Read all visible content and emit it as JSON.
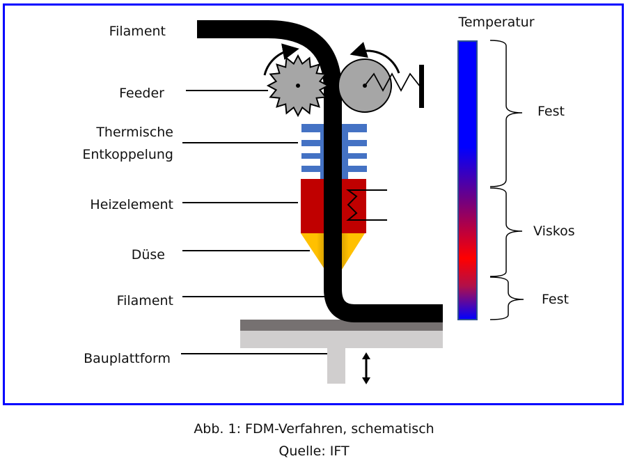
{
  "diagram": {
    "title": "FDM-Verfahren",
    "labels": {
      "filament_top": "Filament",
      "feeder": "Feeder",
      "thermal_line1": "Thermische",
      "thermal_line2": "Entkoppelung",
      "heater": "Heizelement",
      "nozzle": "Düse",
      "filament_bottom": "Filament",
      "platform": "Bauplattform"
    },
    "temperature": {
      "title": "Temperatur",
      "zones": [
        {
          "label": "Fest"
        },
        {
          "label": "Viskos"
        },
        {
          "label": "Fest"
        }
      ]
    },
    "colors": {
      "frame": "#0000ff",
      "filament": "#000000",
      "heatbreak": "#4472c4",
      "heater": "#c00000",
      "nozzle": "#ffc000",
      "nozzle_shade": "#c99400",
      "gear": "#a6a6a6",
      "platform_top": "#767171",
      "platform_base": "#d0cece",
      "temp_cold": "#0000ff",
      "temp_mid": "#7f007f",
      "temp_hot": "#ff0000",
      "temp_border": "#2f528f"
    }
  },
  "caption": {
    "line1": "Abb. 1: FDM-Verfahren, schematisch",
    "line2": "Quelle: IFT"
  }
}
